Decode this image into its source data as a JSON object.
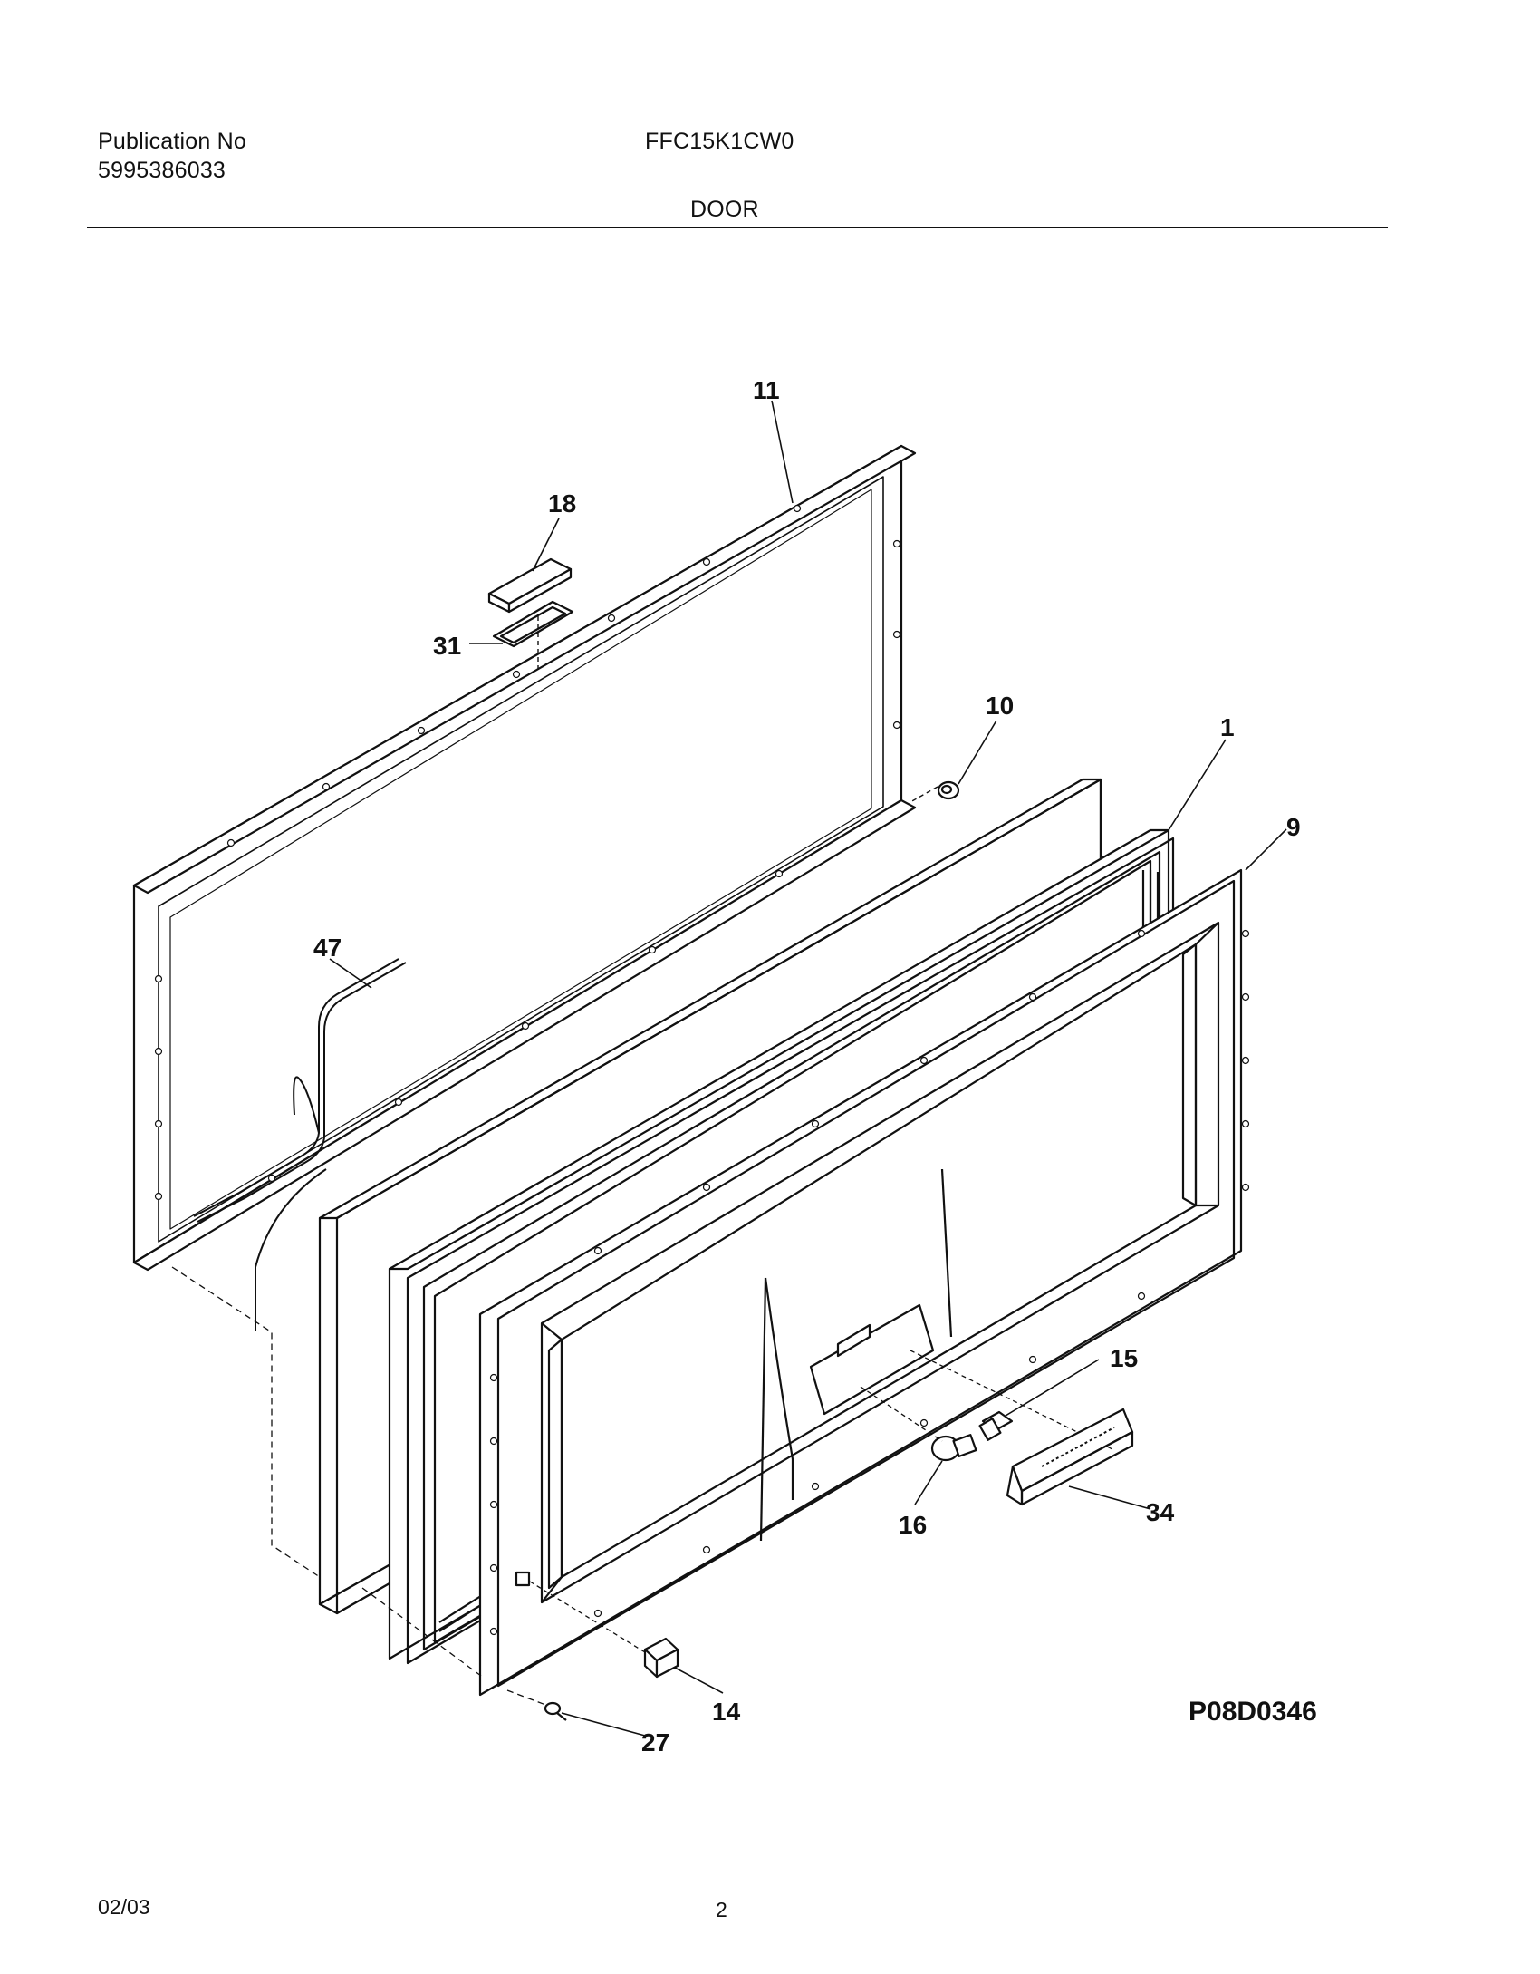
{
  "header": {
    "publication_label": "Publication No",
    "publication_number": "5995386033",
    "model": "FFC15K1CW0",
    "section": "DOOR"
  },
  "diagram": {
    "callouts": [
      "11",
      "18",
      "31",
      "10",
      "1",
      "9",
      "47",
      "15",
      "16",
      "34",
      "14",
      "27"
    ],
    "ref_code": "P08D0346"
  },
  "footer": {
    "date": "02/03",
    "page": "2"
  }
}
